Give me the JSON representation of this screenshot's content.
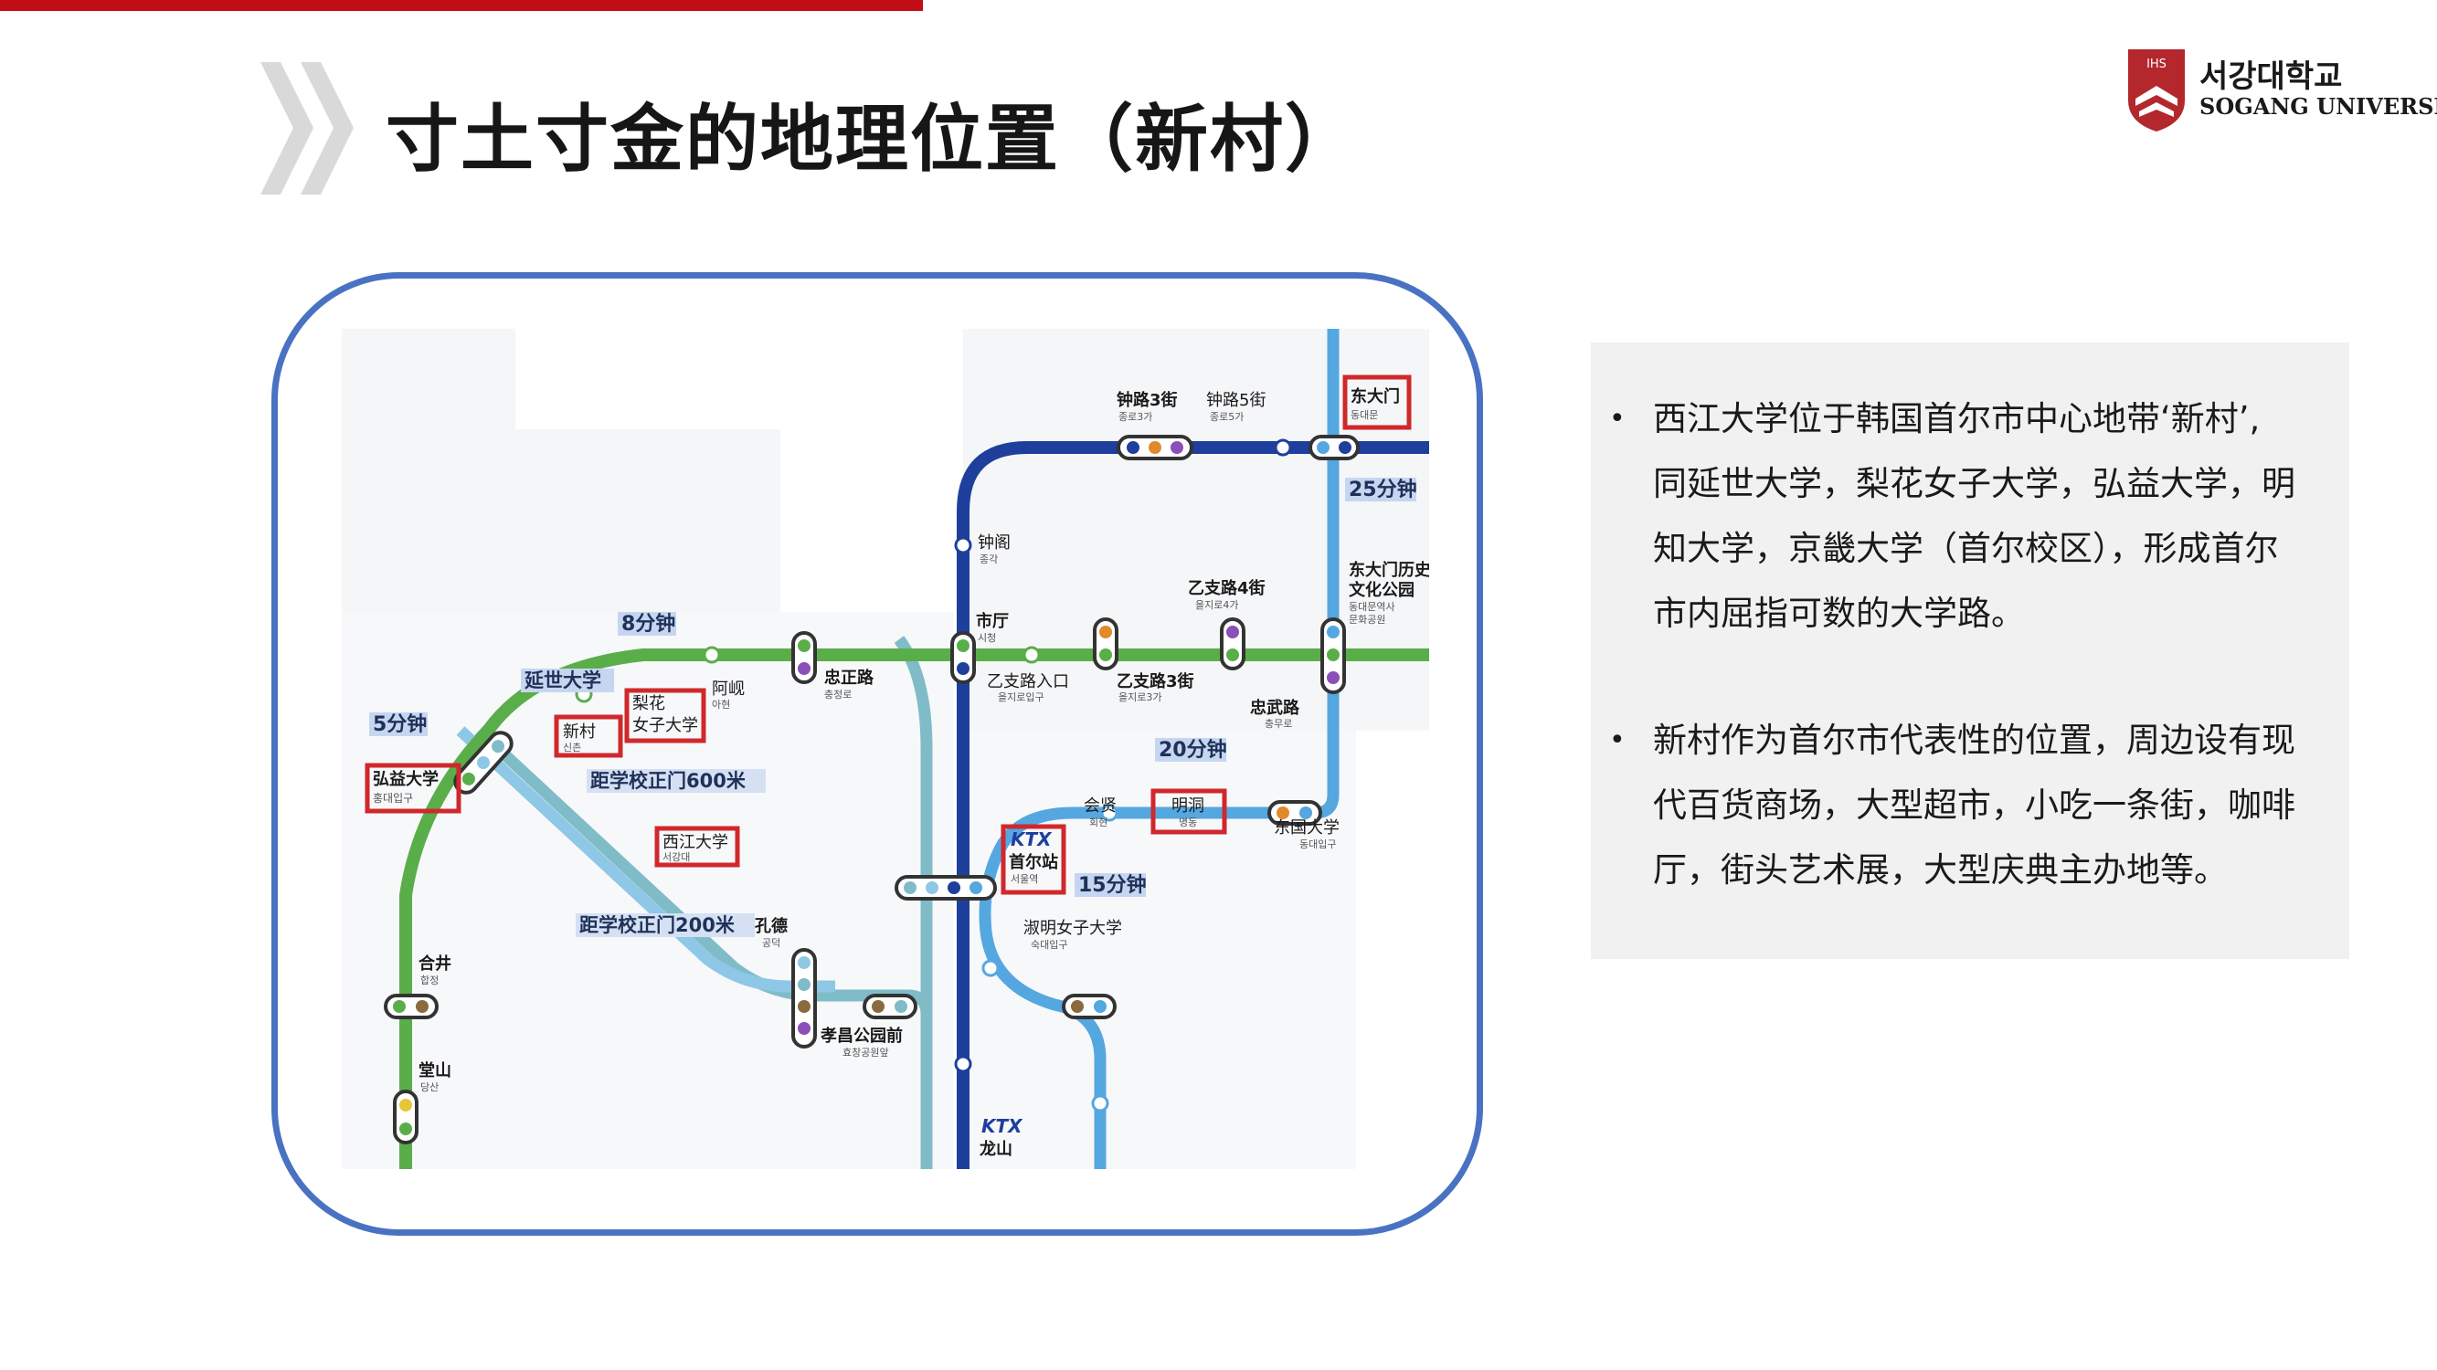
{
  "slide": {
    "title": "寸土寸金的地理位置（新村）",
    "accent_color": "#c00d16"
  },
  "logo": {
    "korean": "서강대학교",
    "english": "SOGANG UNIVERSITY",
    "shield_text": "IHS"
  },
  "map": {
    "times": {
      "t5": "5分钟",
      "t8": "8分钟",
      "t20": "20分钟",
      "t15": "15分钟",
      "t25": "25分钟"
    },
    "distances": {
      "d600": "距学校正门600米",
      "d200": "距学校正门200米"
    },
    "stations": {
      "hongdae": {
        "zh": "弘益大学",
        "ko": "홍대입구"
      },
      "sinchon": {
        "zh": "新村",
        "ko": "신촌"
      },
      "ewha": {
        "zh1": "梨花",
        "zh2": "女子大学"
      },
      "yonsei": {
        "zh": "延世大学"
      },
      "ahyeon": {
        "zh": "阿岘",
        "ko": "아현"
      },
      "sogang": {
        "zh": "西江大学",
        "ko": "서강대"
      },
      "gongdeok": {
        "zh": "孔德",
        "ko": "공덕"
      },
      "chungjeongno": {
        "zh": "忠正路",
        "ko": "충정로"
      },
      "cityhall": {
        "zh": "市厅",
        "ko": "시청"
      },
      "jonggak": {
        "zh": "钟阁",
        "ko": "종각"
      },
      "jongno3": {
        "zh": "钟路3街",
        "ko": "종로3가"
      },
      "jongno5": {
        "zh": "钟路5街",
        "ko": "종로5가"
      },
      "dongdaemun": {
        "zh": "东大门",
        "ko": "동대문"
      },
      "ddp": {
        "zh1": "东大门历史",
        "zh2": "文化公园",
        "ko1": "동대문역사",
        "ko2": "문화공원"
      },
      "euljiro_entrance": {
        "zh": "乙支路入口",
        "ko": "을지로입구"
      },
      "euljiro3": {
        "zh": "乙支路3街",
        "ko": "을지로3가"
      },
      "euljiro4": {
        "zh": "乙支路4街",
        "ko": "을지로4가"
      },
      "chungmuro": {
        "zh": "忠武路",
        "ko": "충무로"
      },
      "myeongdong": {
        "zh": "明洞",
        "ko": "명동"
      },
      "hoehyeon": {
        "zh": "会贤",
        "ko": "회현"
      },
      "seoul": {
        "zh": "首尔站",
        "ko": "서울역",
        "ktx": "KTX"
      },
      "dongguk": {
        "zh": "东国大学",
        "ko": "동대입구"
      },
      "sookmyung": {
        "zh": "淑明女子大学",
        "ko": "숙대입구"
      },
      "hyochang": {
        "zh": "孝昌公园前",
        "ko": "효창공원앞"
      },
      "hapjeong": {
        "zh": "合井",
        "ko": "합정"
      },
      "dangsan": {
        "zh": "堂山",
        "ko": "당산"
      },
      "yongsan": {
        "zh": "龙山",
        "ktx": "KTX"
      }
    },
    "colors": {
      "line1": "#1f3f9c",
      "line2": "#5aae4a",
      "line4": "#55a7e0",
      "airport": "#8fc7e6",
      "gyeongui": "#7fbcc8",
      "highlight": "#d0282c",
      "label_bg": "#c6d6f0"
    }
  },
  "info": {
    "bullet_icon": "bullet-dot",
    "p1": [
      "西江大学位于韩国首尔市中心地带‘新村’,",
      "同延世大学，梨花女子大学，弘益大学，明",
      "知大学，京畿大学（首尔校区），形成首尔",
      "市内屈指可数的大学路。"
    ],
    "p2": [
      "新村作为首尔市代表性的位置，周边设有现",
      "代百货商场，大型超市，小吃一条街，咖啡",
      "厅，街头艺术展，大型庆典主办地等。"
    ]
  }
}
